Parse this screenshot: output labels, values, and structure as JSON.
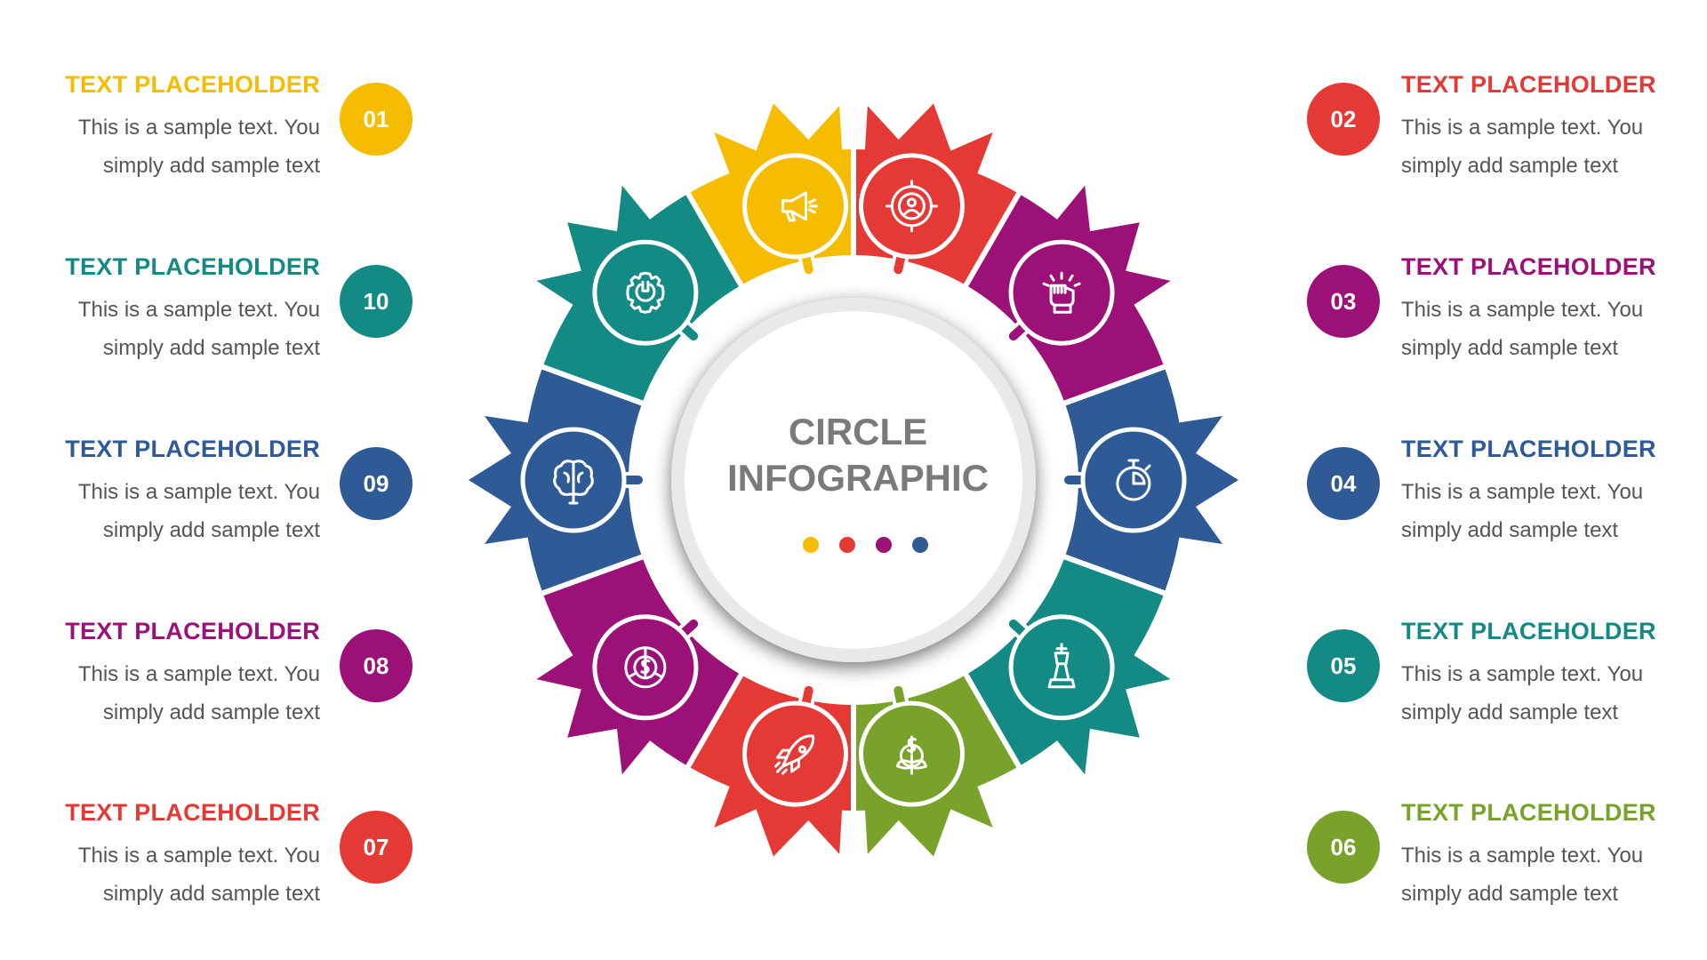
{
  "center": {
    "line1": "CIRCLE",
    "line2": "INFOGRAPHIC"
  },
  "dots": [
    "#F5BC00",
    "#E53935",
    "#9C1178",
    "#2E5A96"
  ],
  "items": [
    {
      "number": "01",
      "title": "TEXT PLACEHOLDER",
      "line1": "This is a sample text. You",
      "line2": "simply add sample text",
      "color": "#F5BC00",
      "icon": "megaphone-icon"
    },
    {
      "number": "02",
      "title": "TEXT PLACEHOLDER",
      "line1": "This is a sample text. You",
      "line2": "simply add sample text",
      "color": "#E53935",
      "icon": "target-user-icon"
    },
    {
      "number": "03",
      "title": "TEXT PLACEHOLDER",
      "line1": "This is a sample text. You",
      "line2": "simply add sample text",
      "color": "#9C1178",
      "icon": "raised-fist-icon"
    },
    {
      "number": "04",
      "title": "TEXT PLACEHOLDER",
      "line1": "This is a sample text. You",
      "line2": "simply add sample text",
      "color": "#2E5A96",
      "icon": "stopwatch-icon"
    },
    {
      "number": "05",
      "title": "TEXT PLACEHOLDER",
      "line1": "This is a sample text. You",
      "line2": "simply add sample text",
      "color": "#138A84",
      "icon": "chess-king-icon"
    },
    {
      "number": "06",
      "title": "TEXT PLACEHOLDER",
      "line1": "This is a sample text. You",
      "line2": "simply add sample text",
      "color": "#79A22B",
      "icon": "money-plant-icon"
    },
    {
      "number": "07",
      "title": "TEXT PLACEHOLDER",
      "line1": "This is a sample text. You",
      "line2": "simply add sample text",
      "color": "#E53935",
      "icon": "rocket-icon"
    },
    {
      "number": "08",
      "title": "TEXT PLACEHOLDER",
      "line1": "This is a sample text. You",
      "line2": "simply add sample text",
      "color": "#9C1178",
      "icon": "dollar-chart-icon"
    },
    {
      "number": "09",
      "title": "TEXT PLACEHOLDER",
      "line1": "This is a sample text. You",
      "line2": "simply add sample text",
      "color": "#2E5A96",
      "icon": "brain-icon"
    },
    {
      "number": "10",
      "title": "TEXT PLACEHOLDER",
      "line1": "This is a sample text. You",
      "line2": "simply add sample text",
      "color": "#138A84",
      "icon": "gear-wrench-icon"
    }
  ]
}
